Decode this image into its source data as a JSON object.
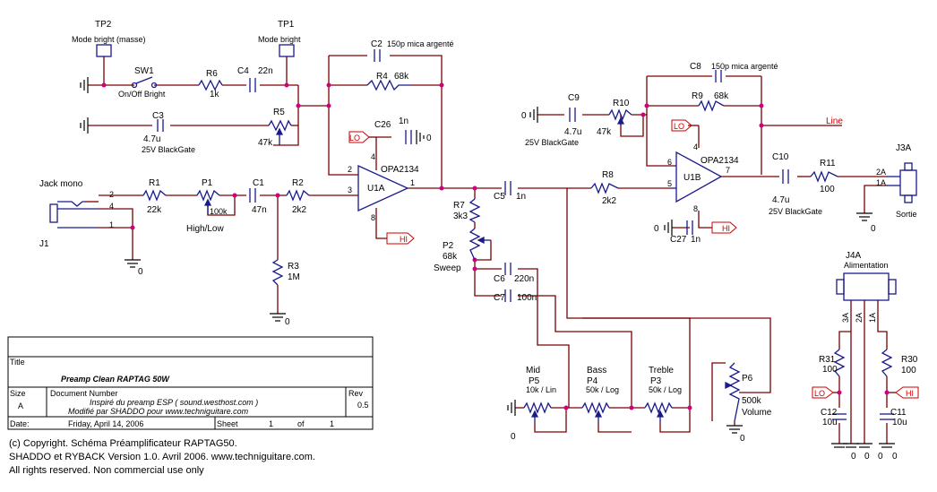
{
  "labels": {
    "tp2": "TP2",
    "tp2_desc": "Mode bright (masse)",
    "tp1": "TP1",
    "tp1_desc": "Mode bright",
    "sw1": "SW1",
    "sw1_desc": "On/Off Bright",
    "r6": "R6",
    "r6_val": "1k",
    "c4": "C4",
    "c4_val": "22n",
    "c2": "C2",
    "c2_val": "150p mica argenté",
    "r4": "R4",
    "r4_val": "68k",
    "c3": "C3",
    "c3_val": "4.7u",
    "c3_desc": "25V BlackGate",
    "r5": "R5",
    "r5_val": "47k",
    "c26": "C26",
    "c26_val": "1n",
    "jack": "Jack mono",
    "j1": "J1",
    "r1": "R1",
    "r1_val": "22k",
    "p1": "P1",
    "p1_val": "100k",
    "p1_desc": "High/Low",
    "c1": "C1",
    "c1_val": "47n",
    "r2": "R2",
    "r2_val": "2k2",
    "r3": "R3",
    "r3_val": "1M",
    "u1a": "U1A",
    "opa_a": "OPA2134",
    "c5": "C5",
    "c5_val": "1n",
    "r7": "R7",
    "r7_val": "3k3",
    "p2": "P2",
    "p2_val": "68k",
    "p2_desc": "Sweep",
    "c6": "C6",
    "c6_val": "220n",
    "c7": "C7",
    "c7_val": "100n",
    "c9": "C9",
    "c9_val": "4.7u",
    "c9_desc": "25V BlackGate",
    "r10": "R10",
    "r10_val": "47k",
    "c8": "C8",
    "c8_val": "150p mica argenté",
    "r9": "R9",
    "r9_val": "68k",
    "r8": "R8",
    "r8_val": "2k2",
    "u1b": "U1B",
    "opa_b": "OPA2134",
    "c27": "C27",
    "c27_val": "1n",
    "c10": "C10",
    "c10_val": "4.7u",
    "c10_desc": "25V BlackGate",
    "r11": "R11",
    "r11_val": "100",
    "line": "Line",
    "j3a": "J3A",
    "j3a_desc": "Sortie",
    "p5": "P5",
    "p5_name": "Mid",
    "p5_val": "10k / Lin",
    "p4": "P4",
    "p4_name": "Bass",
    "p4_val": "50k / Log",
    "p3": "P3",
    "p3_name": "Treble",
    "p3_val": "50k / Log",
    "p6": "P6",
    "p6_val": "500k",
    "p6_desc": "Volume",
    "j4a": "J4A",
    "j4a_desc": "Alimentation",
    "r31": "R31",
    "r31_val": "100",
    "r30": "R30",
    "r30_val": "100",
    "c12": "C12",
    "c12_val": "10u",
    "c11": "C11",
    "c11_val": "10u",
    "lo": "LO",
    "hi": "HI",
    "zero": "0",
    "pin1": "1",
    "pin2": "2",
    "pin3": "3",
    "pin4": "4",
    "pin5": "5",
    "pin6": "6",
    "pin7": "7",
    "pin8": "8",
    "pin1a": "1A",
    "pin2a": "2A",
    "pin3a": "3A"
  },
  "title_block": {
    "title_label": "Title",
    "title": "Preamp Clean RAPTAG 50W",
    "size_label": "Size",
    "size": "A",
    "docnum_label": "Document Number",
    "doc_line1": "Inspiré du preamp ESP ( sound.westhost.com )",
    "doc_line2": "Modifié par SHADDO pour www.techniguitare.com",
    "rev_label": "Rev",
    "rev": "0.5",
    "date_label": "Date:",
    "date": "Friday, April 14, 2006",
    "sheet_label": "Sheet",
    "sheet": "1",
    "of_label": "of",
    "sheets": "1"
  },
  "footer": {
    "line1": "(c) Copyright. Schéma Préamplificateur RAPTAG50.",
    "line2": "SHADDO et RYBACK Version 1.0. Avril 2006. www.techniguitare.com.",
    "line3": "All rights reserved. Non commercial use only"
  },
  "colors": {
    "wire": "#7a0000",
    "component": "#1a1a8c",
    "node": "#d0007a",
    "port_label": "#cc0000"
  }
}
